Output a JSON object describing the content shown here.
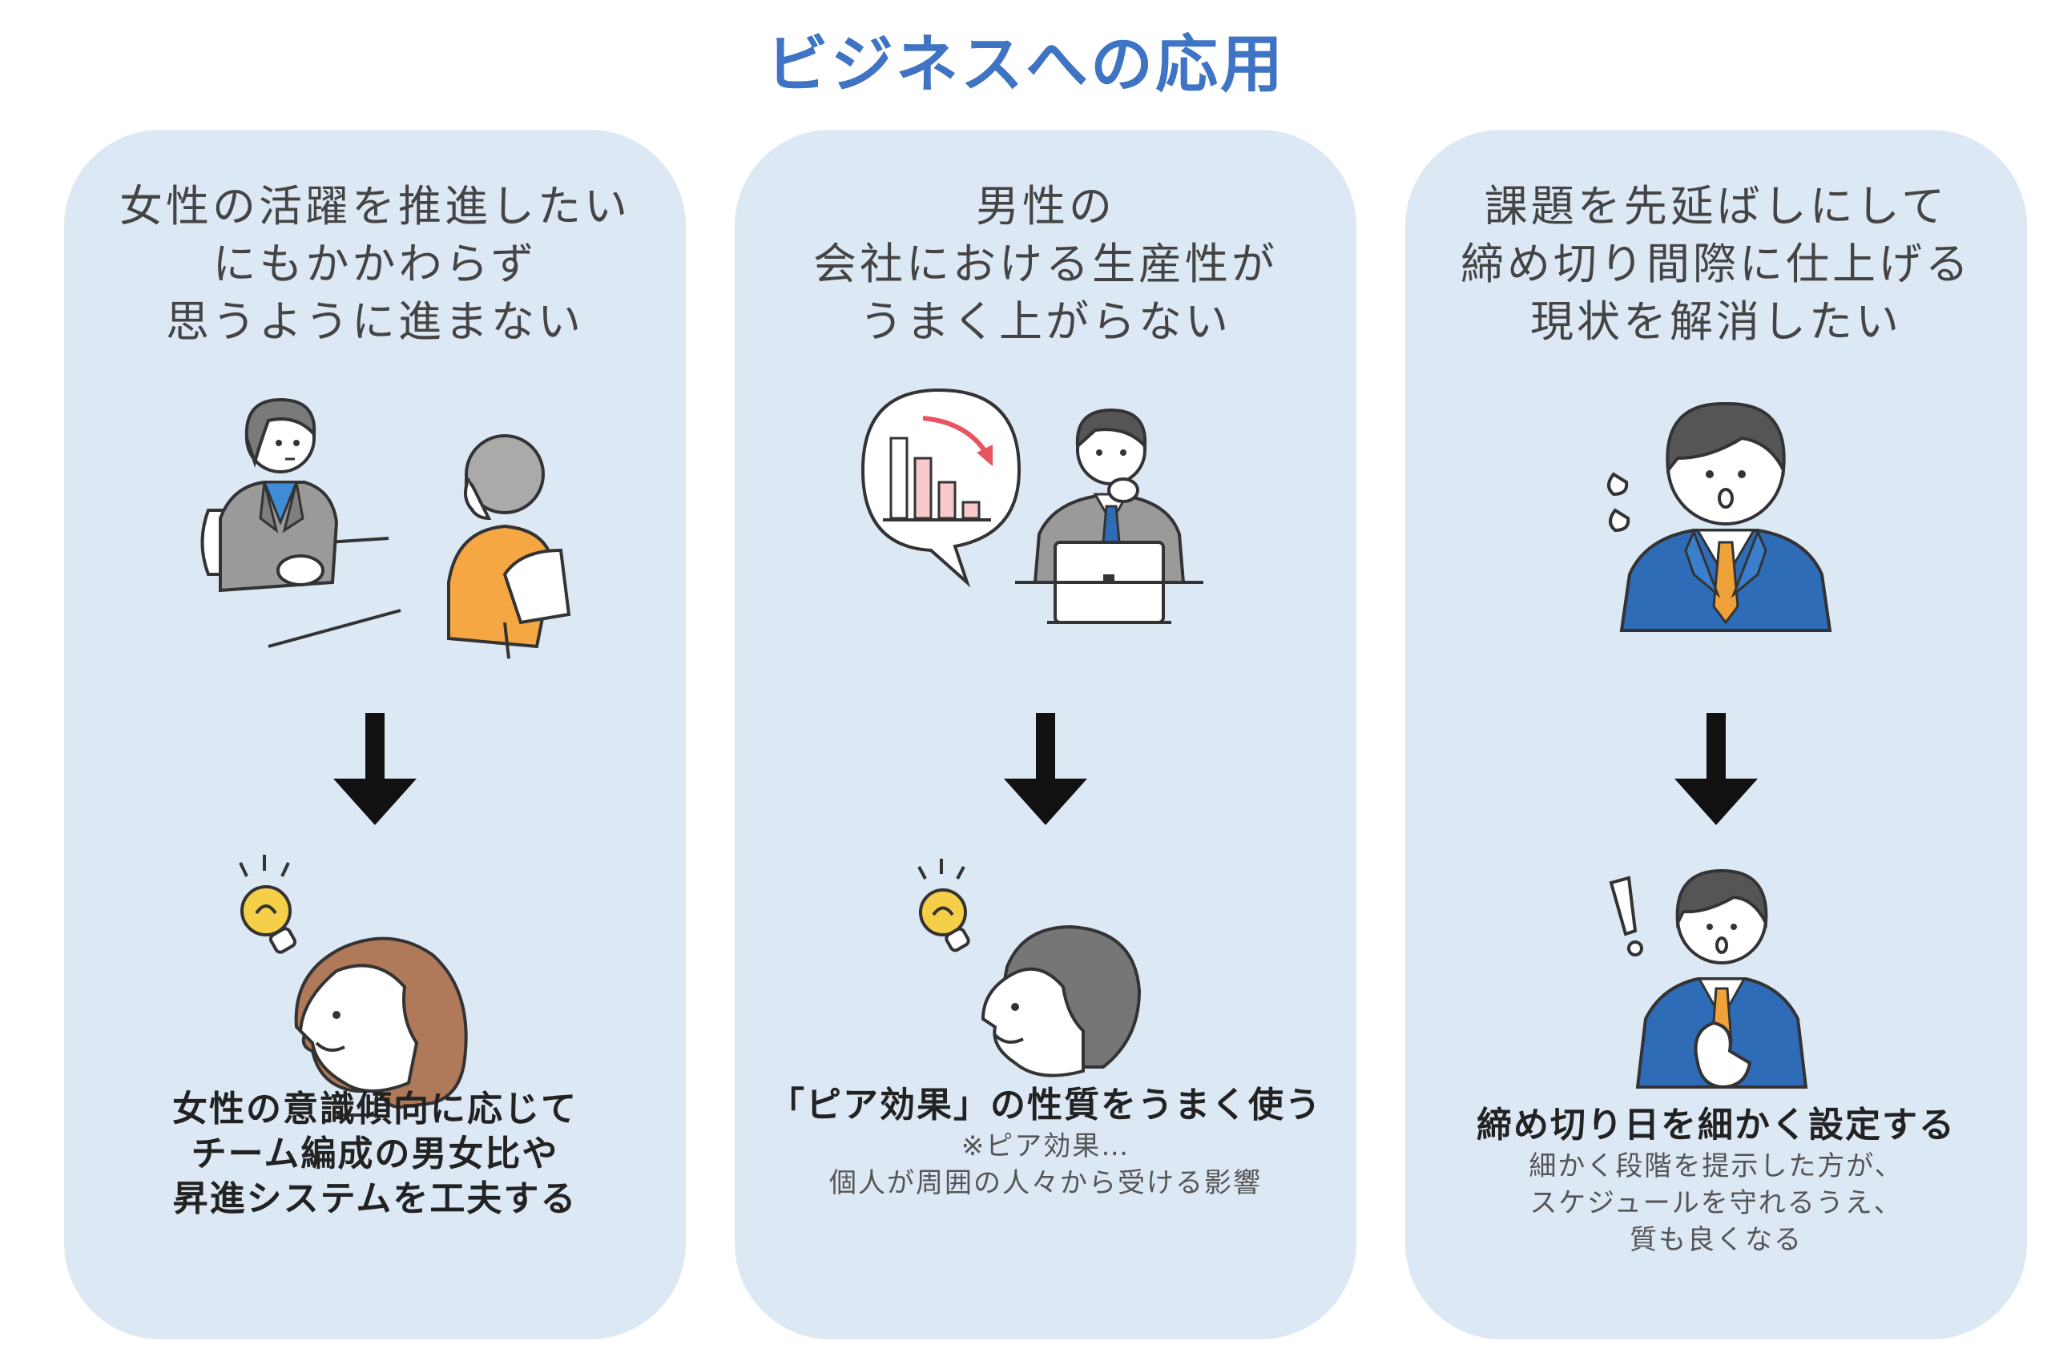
{
  "title": "ビジネスへの応用",
  "colors": {
    "title": "#3f73c4",
    "card_bg": "#dde8f5",
    "suit_blue": "#2f6cb8",
    "tie_orange": "#f0a23a",
    "bulb_yellow": "#f6cf48",
    "chart_red": "#e8545f",
    "woman_hair": "#b07a5a",
    "orange_top": "#f4a742",
    "gray": "#9a9a9a"
  },
  "cards": [
    {
      "problem": [
        "女性の活躍を推進したい",
        "にもかかわらず",
        "思うように進まない"
      ],
      "solution_bold": [
        "女性の意識傾向に応じて",
        "チーム編成の男女比や",
        "昇進システムを工夫する"
      ],
      "solution_note": [],
      "icons": [
        "meeting-illustration",
        "down-arrow-icon",
        "woman-with-lightbulb-illustration"
      ]
    },
    {
      "problem": [
        "男性の",
        "会社における生産性が",
        "うまく上がらない"
      ],
      "solution_bold": [
        "「ピア効果」の性質をうまく使う"
      ],
      "solution_note": [
        "※ピア効果…",
        "個人が周囲の人々から受ける影響"
      ],
      "icons": [
        "man-worried-chart-illustration",
        "down-arrow-icon",
        "man-with-lightbulb-illustration"
      ]
    },
    {
      "problem": [
        "課題を先延ばしにして",
        "締め切り間際に仕上げる",
        "現状を解消したい"
      ],
      "solution_bold": [
        "締め切り日を細かく設定する"
      ],
      "solution_note": [
        "細かく段階を提示した方が、",
        "スケジュールを守れるうえ、",
        "質も良くなる"
      ],
      "icons": [
        "surprised-man-illustration",
        "down-arrow-icon",
        "man-exclamation-illustration"
      ]
    }
  ]
}
